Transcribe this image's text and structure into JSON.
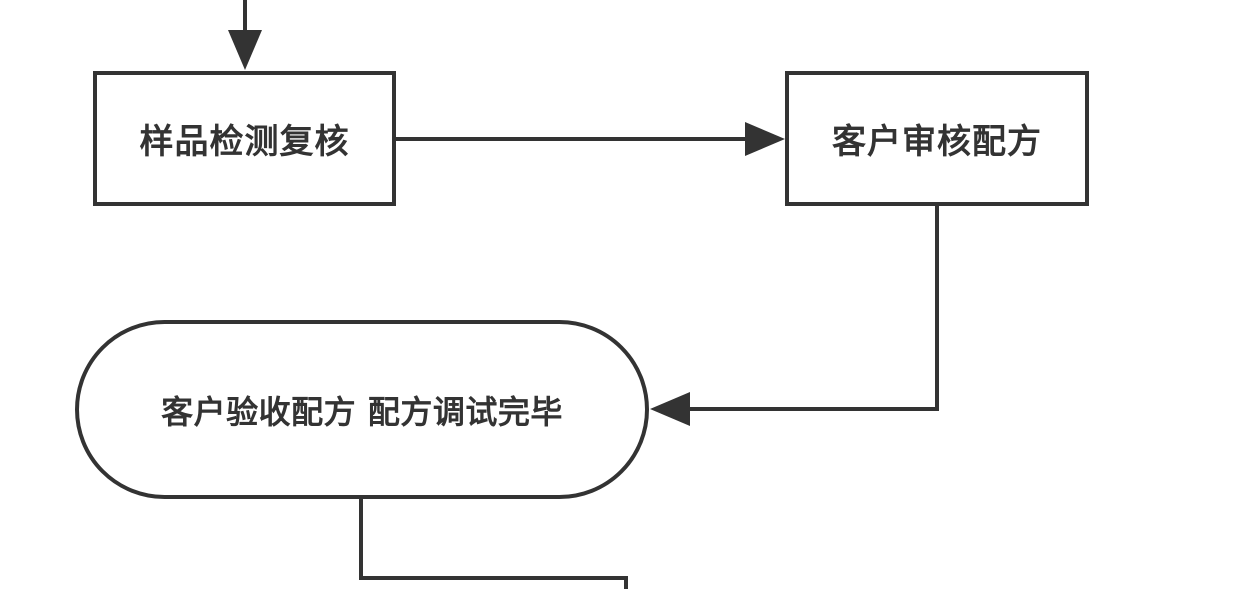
{
  "diagram": {
    "nodes": [
      {
        "id": "sample-recheck",
        "label": "样品检测复核"
      },
      {
        "id": "customer-review",
        "label": "客户审核配方"
      },
      {
        "id": "customer-accept",
        "label": "客户验收配方 配方调试完毕"
      }
    ],
    "edges": [
      {
        "from": "",
        "to": "sample-recheck"
      },
      {
        "from": "sample-recheck",
        "to": "customer-review"
      },
      {
        "from": "customer-review",
        "to": "customer-accept"
      },
      {
        "from": "customer-accept",
        "to": ""
      }
    ],
    "colors": {
      "stroke": "#333333",
      "background": "#ffffff"
    }
  }
}
